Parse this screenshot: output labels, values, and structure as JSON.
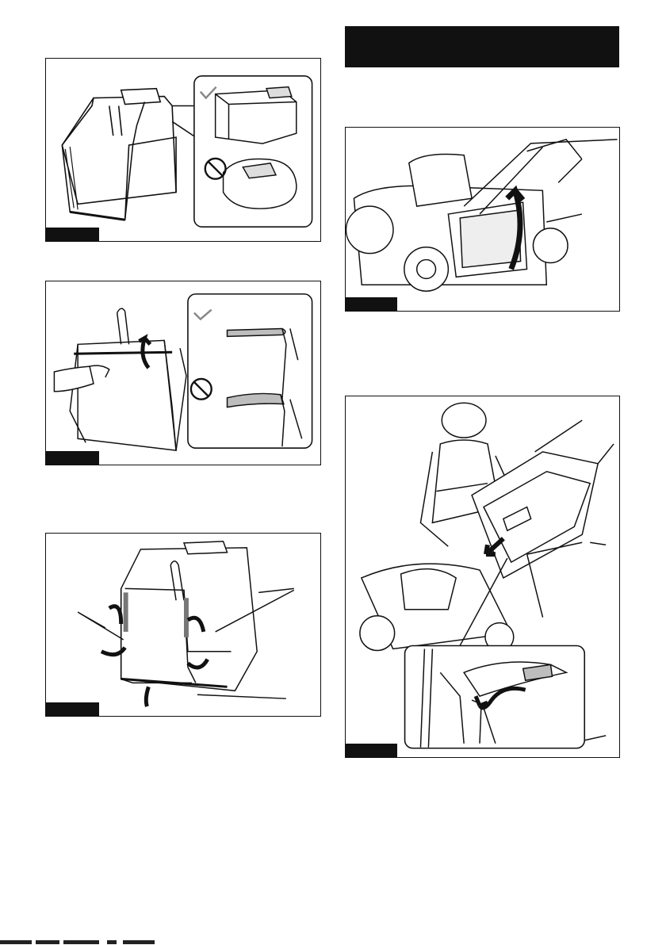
{
  "page": {
    "figures": [
      {
        "name": "basket-cover-correct-vs-incorrect",
        "icons": [
          "check-icon",
          "prohibited-icon"
        ]
      },
      {
        "name": "basket-rod-fitting",
        "icons": [
          "check-icon",
          "prohibited-icon",
          "curved-arrow-icon"
        ]
      },
      {
        "name": "basket-frame-clips",
        "icons": [
          "curved-arrow-icon"
        ]
      },
      {
        "name": "lift-rear-flap",
        "icons": [
          "curved-arrow-icon"
        ]
      },
      {
        "name": "attach-grass-basket",
        "icons": [
          "arrow-icon",
          "curved-arrow-icon"
        ]
      }
    ]
  },
  "colors": {
    "ink": "#111111",
    "paper": "#ffffff",
    "shade": "#bdbdbd"
  }
}
